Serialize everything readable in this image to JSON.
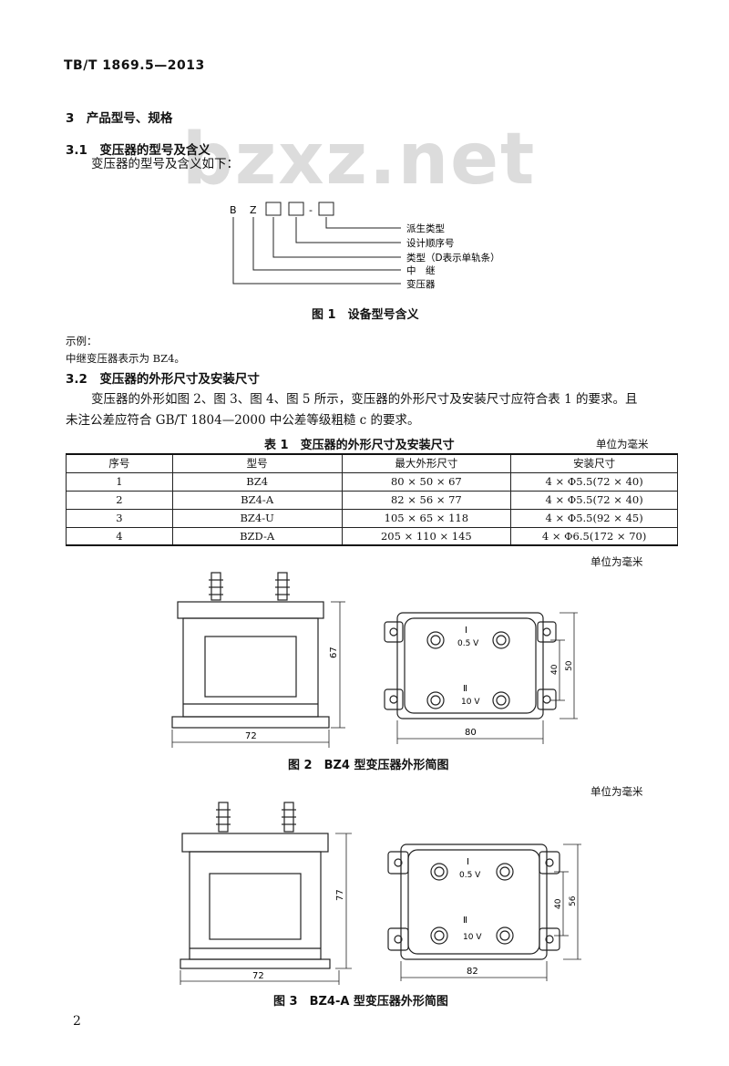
{
  "header": "TB/T 1869.5—2013",
  "watermark": "bzxz.net",
  "section3": "3　产品型号、规格",
  "section3_1": "3.1　变压器的型号及含义",
  "para_model_intro": "变压器的型号及含义如下：",
  "model_diagram": {
    "letter_b": "B",
    "letter_z": "Z",
    "dash": "-",
    "labels": [
      "派生类型",
      "设计顺序号",
      "类型（D表示单轨条）",
      "中　继",
      "变压器"
    ]
  },
  "fig1_caption": "图 1　设备型号含义",
  "example_label": "示例：",
  "example_text": "中继变压器表示为 BZ4。",
  "section3_2": "3.2　变压器的外形尺寸及安装尺寸",
  "para_dims_line1": "变压器的外形如图 2、图 3、图 4、图 5 所示，变压器的外形尺寸及安装尺寸应符合表 1 的要求。且",
  "para_dims_line2": "未注公差应符合 GB/T 1804—2000 中公差等级粗糙 c 的要求。",
  "table1": {
    "title": "表 1　变压器的外形尺寸及安装尺寸",
    "unit": "单位为毫米",
    "headers": [
      "序号",
      "型号",
      "最大外形尺寸",
      "安装尺寸"
    ],
    "rows": [
      [
        "1",
        "BZ4",
        "80 × 50 × 67",
        "4 × Φ5.5(72 × 40)"
      ],
      [
        "2",
        "BZ4-A",
        "82 × 56 × 77",
        "4 × Φ5.5(72 × 40)"
      ],
      [
        "3",
        "BZ4-U",
        "105 × 65 × 118",
        "4 × Φ5.5(92 × 45)"
      ],
      [
        "4",
        "BZD-A",
        "205 × 110 × 145",
        "4 × Φ6.5(172 × 70)"
      ]
    ]
  },
  "fig2": {
    "unit": "单位为毫米",
    "height": "67",
    "width_front": "72",
    "width_top": "80",
    "inner": "40",
    "depth": "50",
    "coil1": "Ⅰ",
    "coil1_v": "0.5 V",
    "coil2": "Ⅱ",
    "coil2_v": "10 V",
    "caption": "图 2　BZ4 型变压器外形简图"
  },
  "fig3": {
    "unit": "单位为毫米",
    "height": "77",
    "width_front": "72",
    "width_top": "82",
    "inner": "40",
    "depth": "56",
    "coil1": "Ⅰ",
    "coil1_v": "0.5 V",
    "coil2": "Ⅱ",
    "coil2_v": "10 V",
    "caption": "图 3　BZ4-A 型变压器外形简图"
  },
  "page_number": "2"
}
